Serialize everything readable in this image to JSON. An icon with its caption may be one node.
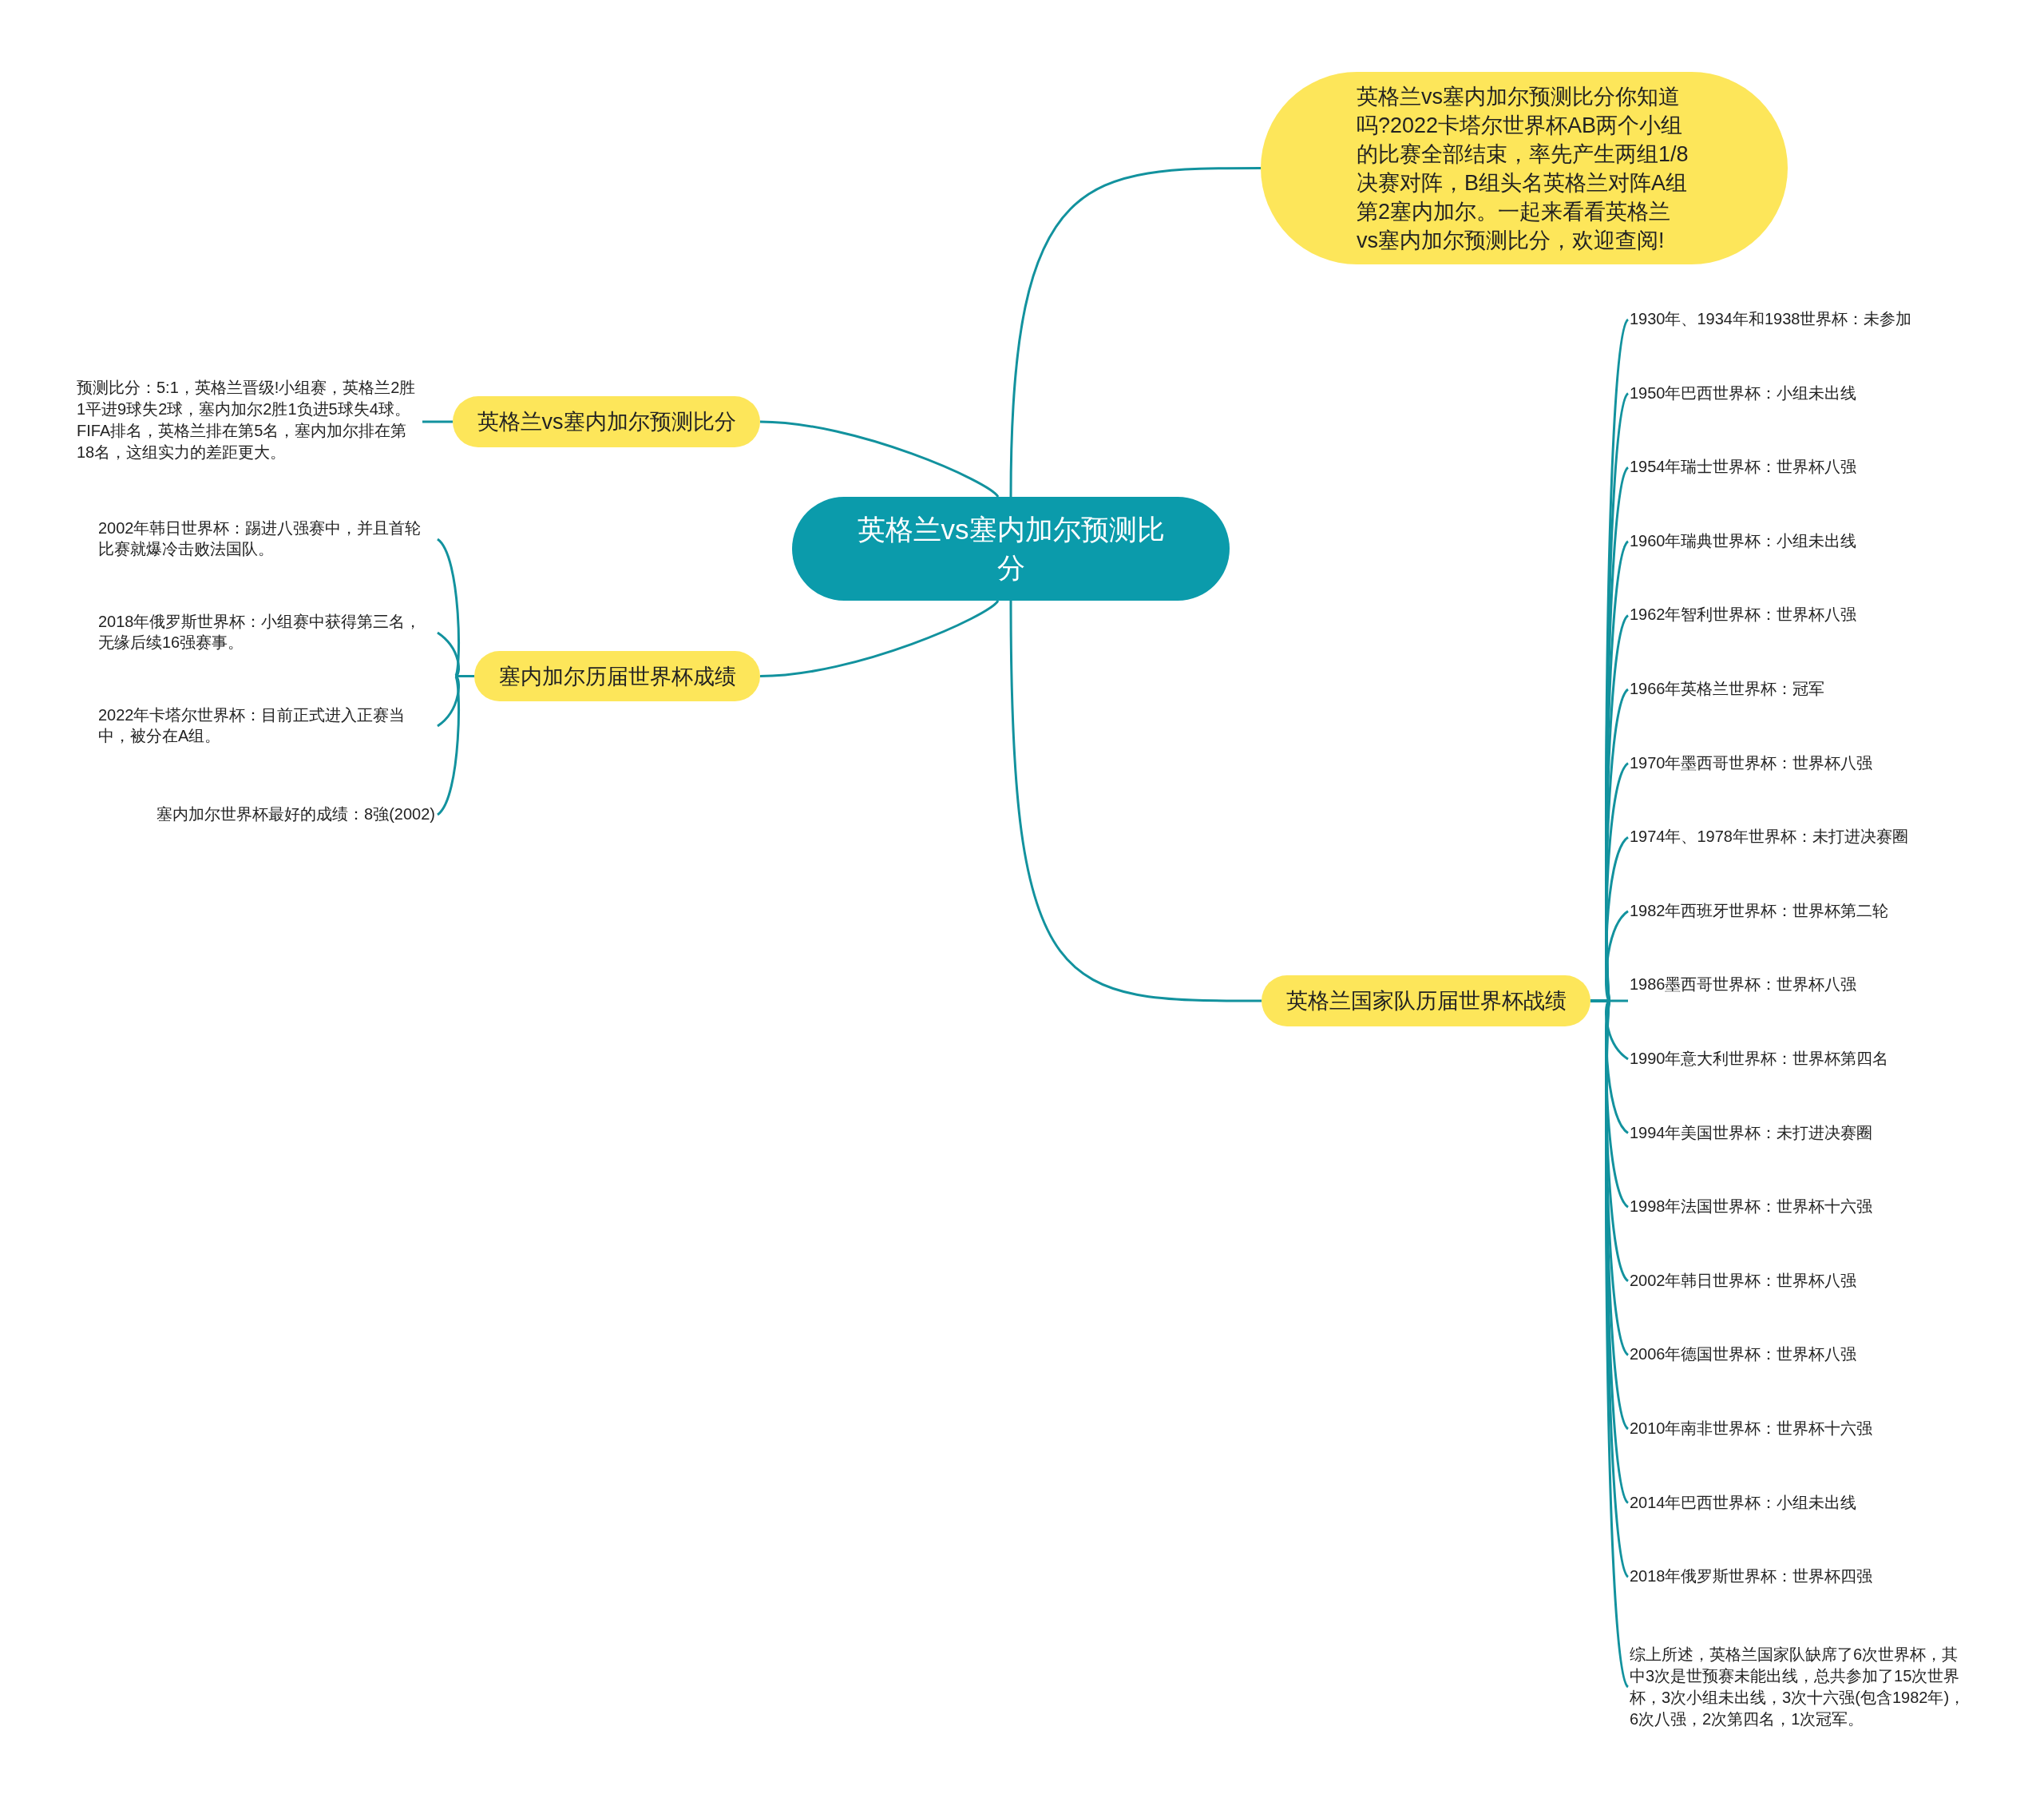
{
  "diagram": {
    "nodes": [
      {
        "text": [
          "英格兰vs塞内加尔预测比分"
        ]
      },
      {
        "text": [
          "英格兰vs塞内加尔预测比分你知道吗?2022卡塔尔世界杯AB两个小组的比赛全部结束，率先产生两组1/8决赛对阵，B组头名英格兰对阵A组第2塞内加尔。一起来看看英格兰vs塞内加尔预测比分，欢迎查阅!"
        ]
      },
      {
        "text": [
          "英格兰vs塞内加尔预测比分"
        ]
      },
      {
        "text": [
          "预测比分：5:1，英格兰晋级!小组赛，英格兰2胜1平进9球失2球，塞内加尔2胜1负进5球失4球。FIFA排名，英格兰排在第5名，塞内加尔排在第18名，这组实力的差距更大。"
        ]
      },
      {
        "text": [
          "塞内加尔历届世界杯成绩"
        ]
      },
      {
        "text": [
          "2002年韩日世界杯：踢进八强赛中，并且首轮比赛就爆冷击败法国队。"
        ]
      },
      {
        "text": [
          "2018年俄罗斯世界杯：小组赛中获得第三名，无缘后续16强赛事。"
        ]
      },
      {
        "text": [
          "2022年卡塔尔世界杯：目前正式进入正赛当中，被分在A组。"
        ]
      },
      {
        "text": [
          "塞内加尔世界杯最好的成绩：8強(2002)"
        ]
      },
      {
        "text": [
          "英格兰国家队历届世界杯战绩"
        ]
      },
      {
        "text": [
          "1930年、1934年和1938世界杯：未参加"
        ]
      },
      {
        "text": [
          "1950年巴西世界杯：小组未出线"
        ]
      },
      {
        "text": [
          "1954年瑞士世界杯：世界杯八强"
        ]
      },
      {
        "text": [
          "1960年瑞典世界杯：小组未出线"
        ]
      },
      {
        "text": [
          "1962年智利世界杯：世界杯八强"
        ]
      },
      {
        "text": [
          "1966年英格兰世界杯：冠军"
        ]
      },
      {
        "text": [
          "1970年墨西哥世界杯：世界杯八强"
        ]
      },
      {
        "text": [
          "1974年、1978年世界杯：未打进决赛圈"
        ]
      },
      {
        "text": [
          "1982年西班牙世界杯：世界杯第二轮"
        ]
      },
      {
        "text": [
          "1986墨西哥世界杯：世界杯八强"
        ]
      },
      {
        "text": [
          "1990年意大利世界杯：世界杯第四名"
        ]
      },
      {
        "text": [
          "1994年美国世界杯：未打进决赛圈"
        ]
      },
      {
        "text": [
          "1998年法国世界杯：世界杯十六强"
        ]
      },
      {
        "text": [
          "2002年韩日世界杯：世界杯八强"
        ]
      },
      {
        "text": [
          "2006年德国世界杯：世界杯八强"
        ]
      },
      {
        "text": [
          "2010年南非世界杯：世界杯十六强"
        ]
      },
      {
        "text": [
          "2014年巴西世界杯：小组未出线"
        ]
      },
      {
        "text": [
          "2018年俄罗斯世界杯：世界杯四强"
        ]
      },
      {
        "text": [
          "综上所述，英格兰国家队缺席了6次世界杯，其中3次是世预赛未能出线，总共参加了15次世界杯，3次小组未出线，3次十六强(包含1982年)，6次八强，2次第四名，1次冠军。"
        ]
      }
    ],
    "edges": [
      {
        "from": 0,
        "to": 1,
        "arrow": "none"
      },
      {
        "from": 0,
        "to": 2,
        "arrow": "none"
      },
      {
        "from": 2,
        "to": 3,
        "arrow": "none"
      },
      {
        "from": 0,
        "to": 4,
        "arrow": "none"
      },
      {
        "from": 4,
        "to": 5,
        "arrow": "none"
      },
      {
        "from": 4,
        "to": 6,
        "arrow": "none"
      },
      {
        "from": 4,
        "to": 7,
        "arrow": "none"
      },
      {
        "from": 4,
        "to": 8,
        "arrow": "none"
      },
      {
        "from": 0,
        "to": 9,
        "arrow": "none"
      },
      {
        "from": 9,
        "to": 10,
        "arrow": "none"
      },
      {
        "from": 9,
        "to": 11,
        "arrow": "none"
      },
      {
        "from": 9,
        "to": 12,
        "arrow": "none"
      },
      {
        "from": 9,
        "to": 13,
        "arrow": "none"
      },
      {
        "from": 9,
        "to": 14,
        "arrow": "none"
      },
      {
        "from": 9,
        "to": 15,
        "arrow": "none"
      },
      {
        "from": 9,
        "to": 16,
        "arrow": "none"
      },
      {
        "from": 9,
        "to": 17,
        "arrow": "none"
      },
      {
        "from": 9,
        "to": 18,
        "arrow": "none"
      },
      {
        "from": 9,
        "to": 19,
        "arrow": "none"
      },
      {
        "from": 9,
        "to": 20,
        "arrow": "none"
      },
      {
        "from": 9,
        "to": 21,
        "arrow": "none"
      },
      {
        "from": 9,
        "to": 22,
        "arrow": "none"
      },
      {
        "from": 9,
        "to": 23,
        "arrow": "none"
      },
      {
        "from": 9,
        "to": 24,
        "arrow": "none"
      },
      {
        "from": 9,
        "to": 25,
        "arrow": "none"
      },
      {
        "from": 9,
        "to": 26,
        "arrow": "none"
      },
      {
        "from": 9,
        "to": 27,
        "arrow": "none"
      },
      {
        "from": 9,
        "to": 28,
        "arrow": "none"
      }
    ]
  }
}
